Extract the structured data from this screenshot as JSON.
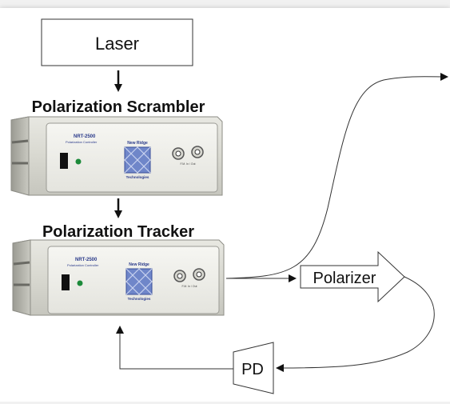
{
  "diagram": {
    "laser_label": "Laser",
    "scrambler_title": "Polarization Scrambler",
    "tracker_title": "Polarization Tracker",
    "polarizer_label": "Polarizer",
    "pd_label": "PD",
    "device": {
      "model": "NRT-2500",
      "subtitle": "Polarization Controller",
      "brand_line1": "New Ridge",
      "brand_line2": "Technologies",
      "port_label": "F.M. In / Out"
    }
  }
}
